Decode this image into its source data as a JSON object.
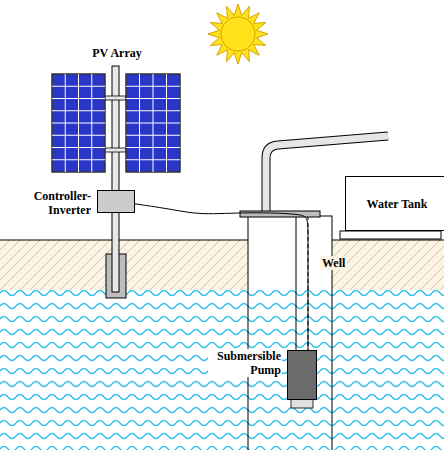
{
  "diagram": {
    "nodes": [
      {
        "text": [
          "PV Array"
        ]
      },
      {
        "text": [
          "Controller- Inverter"
        ]
      },
      {
        "text": [
          "Submersible Pump"
        ]
      },
      {
        "text": [
          "Water Tank"
        ]
      }
    ],
    "edges": [
      {
        "from": 1,
        "to": 2,
        "arrow": "none"
      }
    ],
    "labels": [
      "Well"
    ]
  }
}
